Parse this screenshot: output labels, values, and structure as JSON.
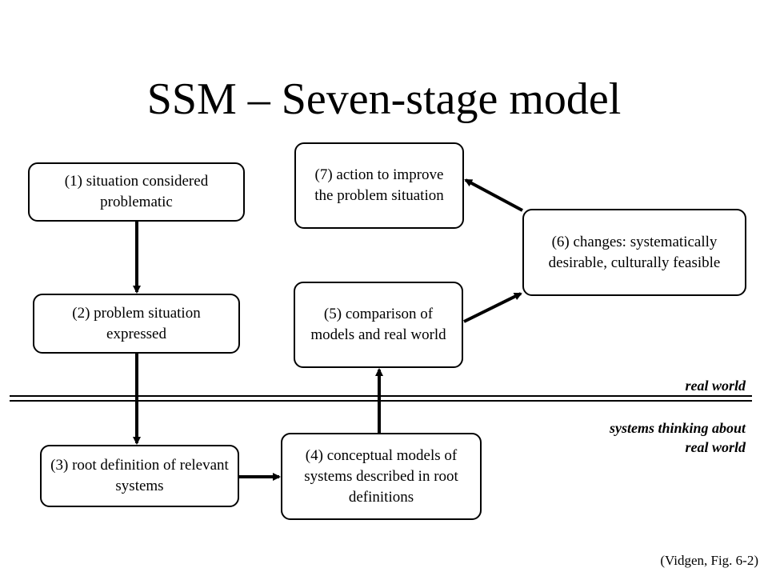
{
  "title": "SSM – Seven-stage model",
  "stages": {
    "s1": "(1) situation considered problematic",
    "s2": "(2) problem situation expressed",
    "s3": "(3) root definition of relevant systems",
    "s4": "(4) conceptual models of systems described in root definitions",
    "s5": "(5) comparison of models and real world",
    "s6": "(6) changes: systematically desirable, culturally feasible",
    "s7": "(7) action to improve the problem situation"
  },
  "zones": {
    "real_world": "real world",
    "systems_thinking": "systems thinking about real world"
  },
  "source": "(Vidgen, Fig. 6-2)"
}
